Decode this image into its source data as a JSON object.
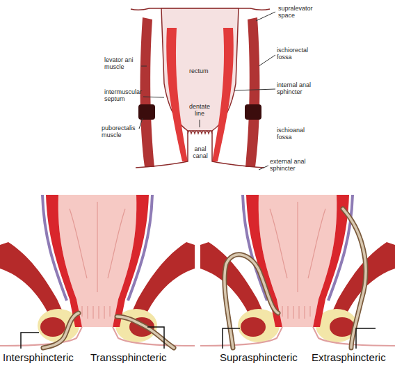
{
  "diagram": {
    "labels": [
      "supralevator space",
      "levator ani muscle",
      "rectum",
      "ischiorectal fossa",
      "intermuscular septum",
      "internal anal sphincter",
      "dentate line",
      "puborectalis muscle",
      "ischioanal fossa",
      "anal canal",
      "external anal sphincter",
      "Intersphincteric",
      "Transsphincteric",
      "Suprasphincteric",
      "Extrasphincteric"
    ]
  }
}
